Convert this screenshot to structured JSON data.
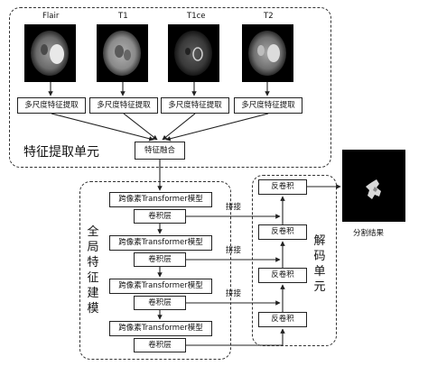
{
  "modalities": [
    "Flair",
    "T1",
    "T1ce",
    "T2"
  ],
  "extraction": {
    "box_label": "多尺度特征提取",
    "unit_label": "特征提取单元"
  },
  "fusion": {
    "label": "特征融合"
  },
  "global": {
    "transformer_label": "跨像素Transformer模型",
    "conv_label": "卷积层",
    "unit_label": [
      "全",
      "局",
      "特",
      "征",
      "建",
      "模"
    ]
  },
  "decoder": {
    "deconv_label": "反卷积",
    "unit_label": [
      "解",
      "码",
      "单",
      "元"
    ]
  },
  "skip_label": "拼接",
  "result_label": "分割结果",
  "colors": {
    "line": "#222222",
    "region_border": "#333333",
    "background": "#ffffff"
  }
}
